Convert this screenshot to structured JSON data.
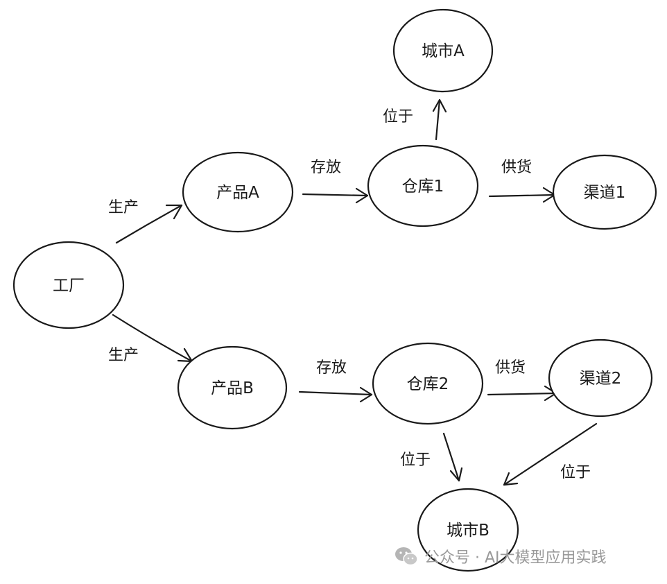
{
  "nodes": {
    "factory": "工厂",
    "product_a": "产品A",
    "product_b": "产品B",
    "warehouse_1": "仓库1",
    "warehouse_2": "仓库2",
    "city_a": "城市A",
    "city_b": "城市B",
    "channel_1": "渠道1",
    "channel_2": "渠道2"
  },
  "edges": {
    "factory_product_a": "生产",
    "factory_product_b": "生产",
    "product_a_warehouse_1": "存放",
    "product_b_warehouse_2": "存放",
    "warehouse_1_city_a": "位于",
    "warehouse_1_channel_1": "供货",
    "warehouse_2_channel_2": "供货",
    "warehouse_2_city_b": "位于",
    "channel_2_city_b": "位于"
  },
  "watermark": {
    "text": "公众号 · AI大模型应用实践",
    "icon": "wechat-icon"
  }
}
